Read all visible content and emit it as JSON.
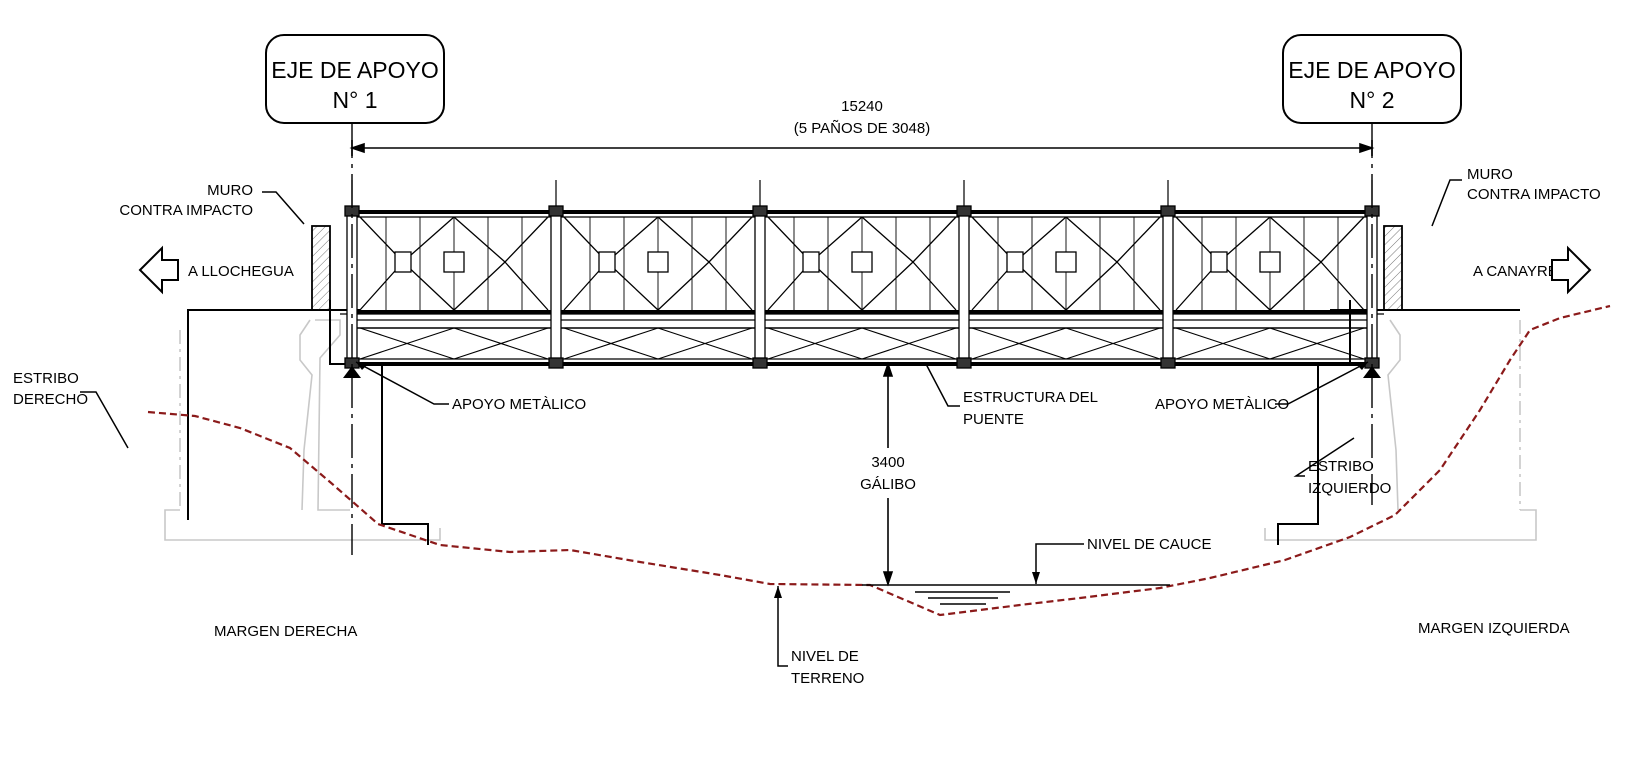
{
  "axis_1": {
    "line1": "EJE DE APOYO",
    "line2": "N° 1"
  },
  "axis_2": {
    "line1": "EJE DE APOYO",
    "line2": "N° 2"
  },
  "span": {
    "length": "15240",
    "panels": "(5 PAÑOS DE 3048)"
  },
  "left": {
    "wall": {
      "line1": "MURO",
      "line2": "CONTRA IMPACTO"
    },
    "direction": "A LLOCHEGUA",
    "abutment": {
      "line1": "ESTRIBO",
      "line2": "DERECHO"
    },
    "bearing": "APOYO METÀLICO",
    "margin": "MARGEN DERECHA"
  },
  "right": {
    "wall": {
      "line1": "MURO",
      "line2": "CONTRA IMPACTO"
    },
    "direction": "A CANAYRE",
    "abutment": {
      "line1": "ESTRIBO",
      "line2": "IZQUIERDO"
    },
    "bearing": "APOYO METÀLICO",
    "margin": "MARGEN IZQUIERDA"
  },
  "structure": {
    "line1": "ESTRUCTURA DEL",
    "line2": "PUENTE"
  },
  "clearance": {
    "value": "3400",
    "label": "GÁLIBO"
  },
  "riverbed": "NIVEL DE CAUCE",
  "ground": {
    "line1": "NIVEL DE",
    "line2": "TERRENO"
  },
  "colors": {
    "terrain": "#8b1a1a",
    "ghost": "#c8c8c8",
    "line": "#000000"
  }
}
